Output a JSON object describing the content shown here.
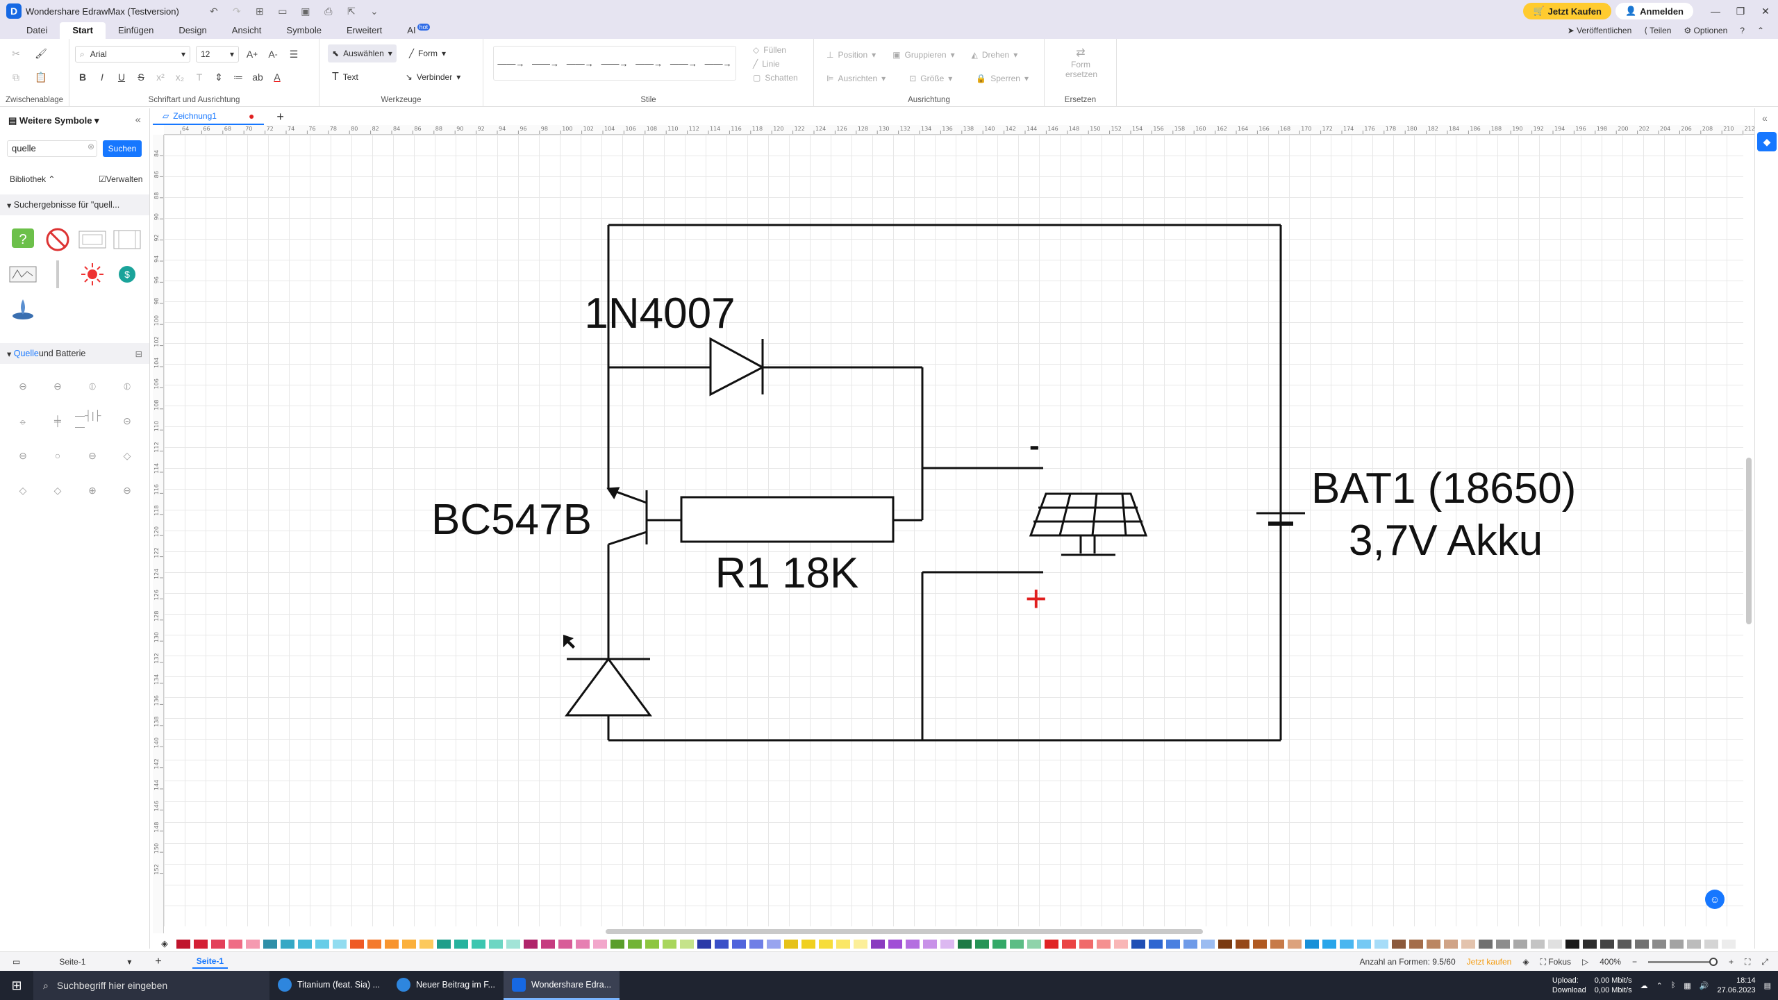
{
  "app": {
    "title": "Wondershare EdrawMax (Testversion)",
    "buy_label": "Jetzt Kaufen",
    "login_label": "Anmelden"
  },
  "menu": {
    "tabs": [
      "Datei",
      "Start",
      "Einfügen",
      "Design",
      "Ansicht",
      "Symbole",
      "Erweitert",
      "AI"
    ],
    "active_tab": "Start",
    "ai_badge": "hot",
    "publish_label": "Veröffentlichen",
    "share_label": "Teilen",
    "options_label": "Optionen"
  },
  "ribbon": {
    "font_name": "Arial",
    "font_size": "12",
    "select_label": "Auswählen",
    "shape_label": "Form",
    "text_label": "Text",
    "connector_label": "Verbinder",
    "fill_label": "Füllen",
    "line_label": "Linie",
    "shadow_label": "Schatten",
    "position_label": "Position",
    "align_label": "Ausrichten",
    "group_label": "Gruppieren",
    "size_label": "Größe",
    "rotate_label": "Drehen",
    "lock_label": "Sperren",
    "replace_shape_label": "Form ersetzen",
    "group_labels": {
      "clipboard": "Zwischenablage",
      "font": "Schriftart und Ausrichtung",
      "tools": "Werkzeuge",
      "styles": "Stile",
      "alignment": "Ausrichtung",
      "replace": "Ersetzen"
    }
  },
  "left_panel": {
    "title": "Weitere Symbole",
    "search_value": "quelle",
    "search_button": "Suchen",
    "library_label": "Bibliothek",
    "manage_label": "Verwalten",
    "results_header": "Suchergebnisse für  \"quell...",
    "category_highlight": "Quelle",
    "category_rest": " und Batterie"
  },
  "document": {
    "tab_name": "Zeichnung1"
  },
  "rulers": {
    "h_ticks": [
      "64",
      "66",
      "68",
      "70",
      "72",
      "74",
      "76",
      "78",
      "80",
      "82",
      "84",
      "86",
      "88",
      "90",
      "92",
      "94",
      "96",
      "98",
      "100",
      "102",
      "104",
      "106",
      "108",
      "110",
      "112",
      "114",
      "116",
      "118",
      "120",
      "122",
      "124",
      "126",
      "128",
      "130",
      "132",
      "134",
      "136",
      "138",
      "140",
      "142",
      "144",
      "146",
      "148",
      "150",
      "152",
      "154",
      "156",
      "158",
      "160",
      "162",
      "164",
      "166",
      "168",
      "170",
      "172",
      "174",
      "176",
      "178",
      "180",
      "182",
      "184",
      "186",
      "188",
      "190",
      "192",
      "194",
      "196",
      "198",
      "200",
      "202",
      "204",
      "206",
      "208",
      "210",
      "212"
    ],
    "v_ticks": [
      "84",
      "86",
      "88",
      "90",
      "92",
      "94",
      "96",
      "98",
      "100",
      "102",
      "104",
      "106",
      "108",
      "110",
      "112",
      "114",
      "116",
      "118",
      "120",
      "122",
      "124",
      "126",
      "128",
      "130",
      "132",
      "134",
      "136",
      "138",
      "140",
      "142",
      "144",
      "146",
      "148",
      "150",
      "152"
    ]
  },
  "diagram": {
    "diode_label": "1N4007",
    "transistor_label": "BC547B",
    "resistor_label": "R1 18K",
    "battery_label_1": "BAT1 (18650)",
    "battery_label_2": "3,7V Akku",
    "minus_sign": "-",
    "plus_sign": "+",
    "plus_color": "#e01e1e"
  },
  "palette_colors": [
    "#c0142c",
    "#d42035",
    "#e34059",
    "#ef6c85",
    "#f59ab0",
    "#2e8fa8",
    "#35a8c5",
    "#46b9d8",
    "#66cde8",
    "#91dcf0",
    "#ef5a25",
    "#f47a2c",
    "#f8942e",
    "#fbb03b",
    "#fcc95c",
    "#1e9e8a",
    "#26b39e",
    "#3cc6b0",
    "#6dd6c3",
    "#a2e4d7",
    "#b0246a",
    "#c63b80",
    "#d85c98",
    "#e67fb2",
    "#f2a6cb",
    "#5a9e2a",
    "#72b436",
    "#8dc63f",
    "#a8d65c",
    "#c5e38a",
    "#2b3aa8",
    "#3a50c8",
    "#5064dc",
    "#6f7fe6",
    "#98a4ef",
    "#e6c21a",
    "#f0d020",
    "#f7dd3a",
    "#fbe766",
    "#fcef99",
    "#8a3cc0",
    "#a04ed6",
    "#b46ee0",
    "#c892e8",
    "#dcb8f1",
    "#1d7a45",
    "#269456",
    "#34a968",
    "#5cbd85",
    "#8fd3aa",
    "#e02424",
    "#ea4444",
    "#f06a6a",
    "#f59090",
    "#f9b6b6",
    "#1f4fb5",
    "#2d66d1",
    "#4a80e0",
    "#6f9be8",
    "#9bbcf1",
    "#7a3a10",
    "#964818",
    "#b05a22",
    "#c77a48",
    "#dca27c",
    "#1990d8",
    "#28a5ea",
    "#4ab6f0",
    "#75c9f4",
    "#a6dcf8",
    "#8c5a3c",
    "#a46d4a",
    "#bb8662",
    "#d0a386",
    "#e3c3ad",
    "#707070",
    "#8d8d8d",
    "#a8a8a8",
    "#c4c4c4",
    "#e0e0e0",
    "#1a1a1a",
    "#2e2e2e",
    "#444",
    "#5a5a5a",
    "#727272",
    "#8a8a8a",
    "#a3a3a3",
    "#bcbcbc",
    "#d4d4d4",
    "#ececec"
  ],
  "status": {
    "page_select": "Seite-1",
    "page_tab": "Seite-1",
    "shape_count": "Anzahl an Formen: 9.5/60",
    "buy_link": "Jetzt kaufen",
    "focus_label": "Fokus",
    "zoom": "400%"
  },
  "taskbar": {
    "search_placeholder": "Suchbegriff hier eingeben",
    "apps": [
      "Titanium (feat. Sia) ...",
      "Neuer Beitrag im F...",
      "Wondershare Edra..."
    ],
    "upload_label": "Upload:",
    "download_label": "Download",
    "upload_rate": "0,00 Mbit/s",
    "download_rate": "0,00 Mbit/s",
    "time": "18:14",
    "date": "27.06.2023"
  }
}
